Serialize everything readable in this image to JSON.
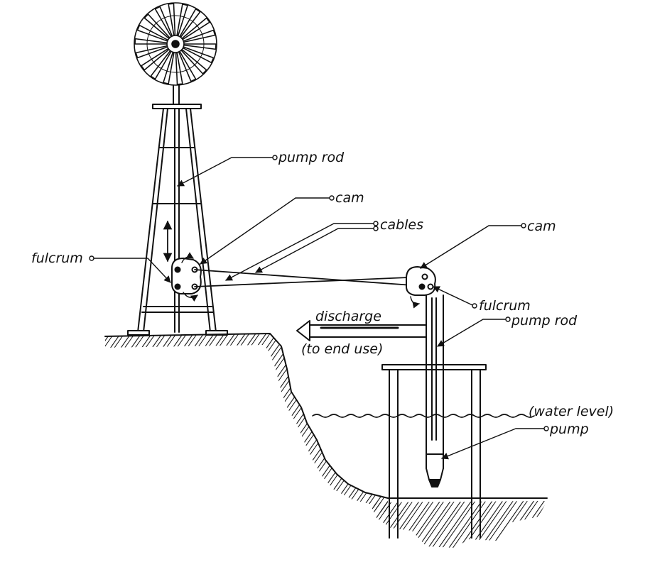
{
  "labels": {
    "pump_rod_tower": "pump rod",
    "cam_tower": "cam",
    "cables": "cables",
    "fulcrum_tower": "fulcrum",
    "cam_well": "cam",
    "fulcrum_well": "fulcrum",
    "discharge": "discharge",
    "to_end_use": "(to end use)",
    "pump_rod_well": "pump rod",
    "water_level": "(water level)",
    "pump": "pump"
  }
}
